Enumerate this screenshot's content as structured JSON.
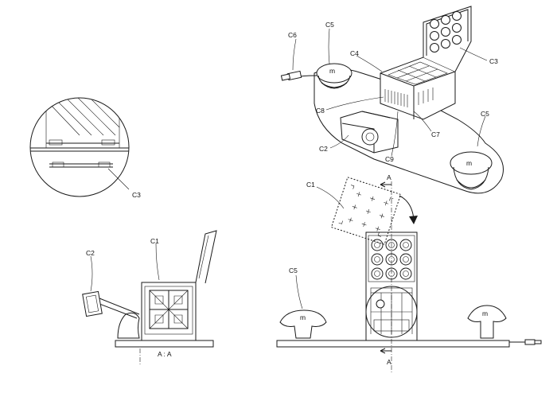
{
  "labels": {
    "c1_right": "C1",
    "c1_bottom": "C1",
    "c2_top": "C2",
    "c2_left": "C2",
    "c3_top": "C3",
    "c3_circle": "C3",
    "c4": "C4",
    "c5_top": "C5",
    "c5_right": "C5",
    "c5_bottom": "C5",
    "c6": "C6",
    "c7": "C7",
    "c8": "C8",
    "c9": "C9",
    "section_a_top": "A",
    "section_a_bottom": "A",
    "section_aa": "A : A"
  }
}
